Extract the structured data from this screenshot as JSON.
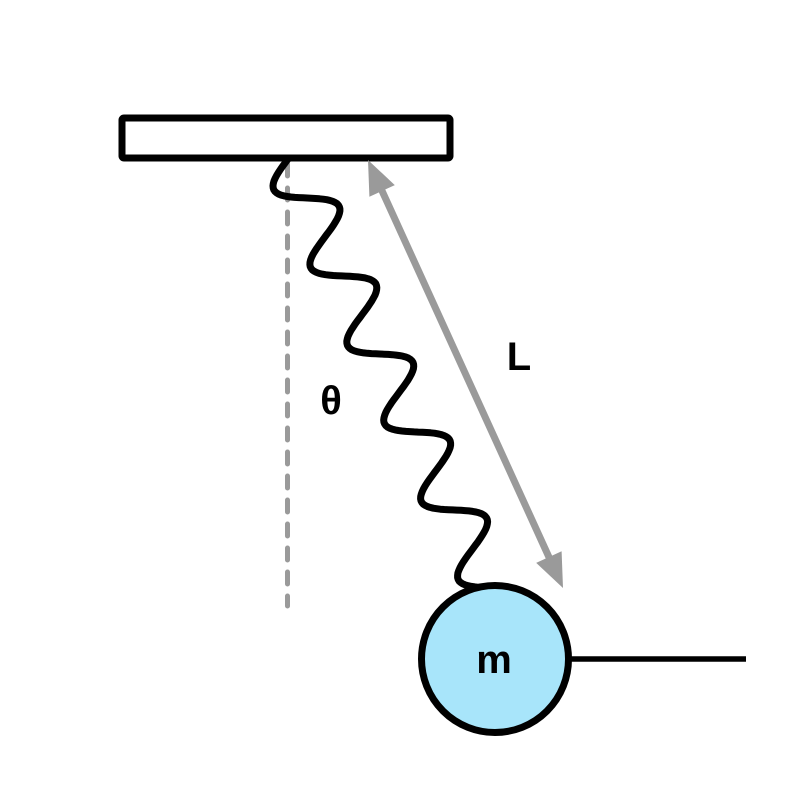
{
  "figure": {
    "labels": {
      "angle": "θ",
      "length": "L",
      "mass": "m"
    },
    "colors": {
      "ink": "#000000",
      "guide_gray": "#9a9a9a",
      "mass_fill": "#a8e5fa",
      "background": "#ffffff"
    }
  }
}
